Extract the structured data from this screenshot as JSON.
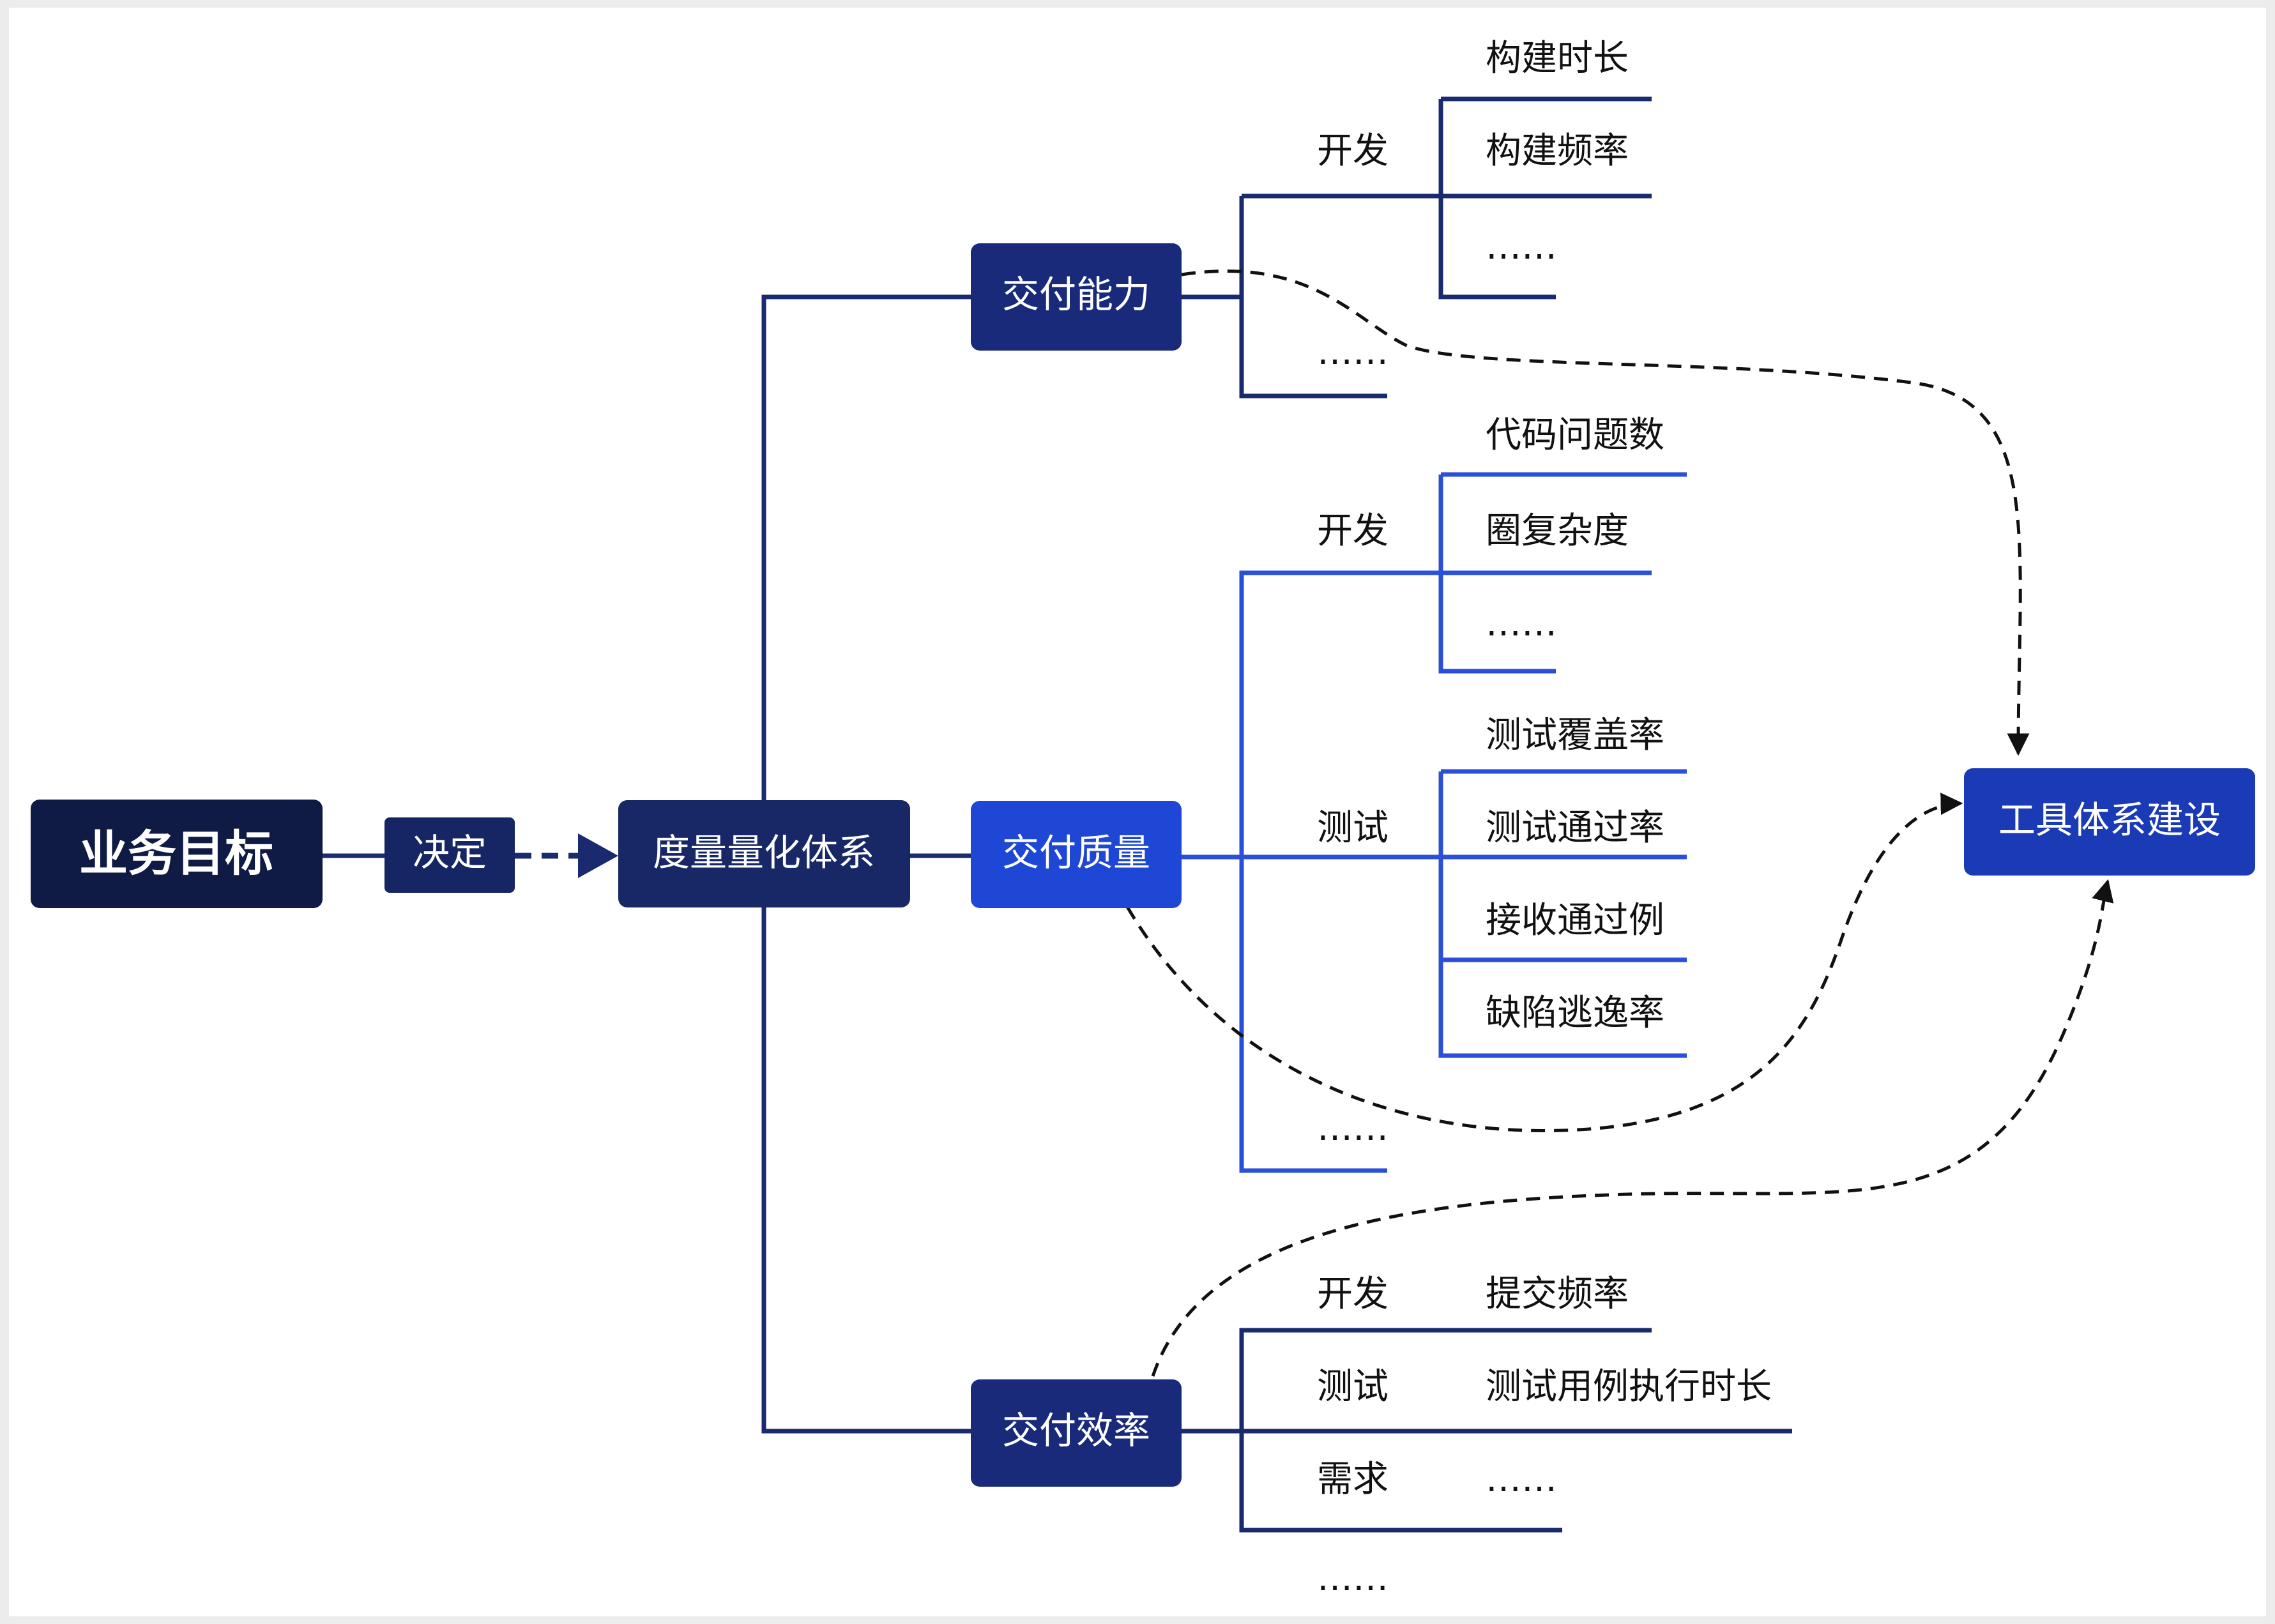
{
  "colors": {
    "dark_navy": "#0f1a45",
    "navy": "#192a7a",
    "bright_blue": "#1f47d6",
    "line_navy": "#1a2a6e",
    "line_blue": "#2a4fd8",
    "dashed": "#111111"
  },
  "nodes": {
    "business_goal": "业务目标",
    "decide": "决定",
    "metric_system": "度量量化体系",
    "delivery_capability": "交付能力",
    "delivery_quality": "交付质量",
    "delivery_efficiency": "交付效率",
    "tool_system": "工具体系建设"
  },
  "capability": {
    "dev_label": "开发",
    "dev_items": [
      "构建时长",
      "构建频率",
      "……"
    ],
    "more": "……"
  },
  "quality": {
    "dev_label": "开发",
    "dev_items": [
      "代码问题数",
      "圈复杂度",
      "……"
    ],
    "test_label": "测试",
    "test_items": [
      "测试覆盖率",
      "测试通过率",
      "接收通过例",
      "缺陷逃逸率"
    ],
    "more": "……"
  },
  "efficiency": {
    "rows": [
      {
        "label": "开发",
        "item": "提交频率"
      },
      {
        "label": "测试",
        "item": "测试用例执行时长"
      },
      {
        "label": "需求",
        "item": "……"
      }
    ],
    "more": "……"
  }
}
